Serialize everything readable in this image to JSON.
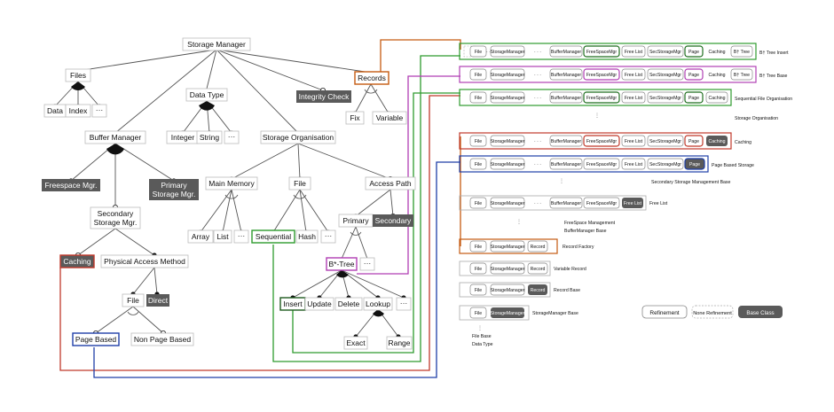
{
  "colors": {
    "records": "#c55a11",
    "caching": "#c0392b",
    "btree": "#b03fb3",
    "green": "#2e9b2e",
    "blue": "#1f3fa8",
    "base_fill": "#5a5a5a",
    "line": "#444444"
  },
  "tree": {
    "storage_manager": "Storage Manager",
    "files": "Files",
    "data": "Data",
    "index": "Index",
    "ellipsis": "···",
    "data_type": "Data Type",
    "integer": "Integer",
    "string": "String",
    "integrity_check": "Integrity Check",
    "records": "Records",
    "fix": "Fix",
    "variable": "Variable",
    "buffer_manager": "Buffer Manager",
    "storage_organisation": "Storage Organisation",
    "freespace_mgr": "Freespace Mgr.",
    "primary_storage_mgr_1": "Primary",
    "primary_storage_mgr_2": "Storage Mgr.",
    "secondary_storage_mgr_1": "Secondary",
    "secondary_storage_mgr_2": "Storage Mgr.",
    "main_memory": "Main Memory",
    "array": "Array",
    "list": "List",
    "file": "File",
    "sequential": "Sequential",
    "hash": "Hash",
    "access_path": "Access Path",
    "primary": "Primary",
    "secondary": "Secondary",
    "btree": "B*-Tree",
    "caching": "Caching",
    "physical_access_method": "Physical Access Method",
    "direct": "Direct",
    "insert": "Insert",
    "update": "Update",
    "delete": "Delete",
    "lookup": "Lookup",
    "exact": "Exact",
    "range": "Range",
    "page_based": "Page Based",
    "non_page_based": "Non Page Based"
  },
  "stack": {
    "file": "File",
    "storage_manager": "StorageManager",
    "buffer_manager": "BufferManager",
    "freespace_mgr": "FreeSpaceMgr",
    "free_list": "Free List",
    "sec_storage_mgr": "SecStorageMgr",
    "page": "Page",
    "caching": "Caching",
    "btree": "B† Tree",
    "record": "Record",
    "dots": "· · ·"
  },
  "rows": {
    "btree_insert": "B† Tree Insert",
    "btree_base": "B† Tree Base",
    "sequential_file_org": "Sequential File Organisation",
    "storage_organisation": "Storage Organisation",
    "caching": "Caching",
    "page_based_storage": "Page Based Storage",
    "secondary_storage_mgmt_base": "Secondary Storage Management Base",
    "free_list": "Free List",
    "freespace_management": "FreeSpace Management",
    "buffermanager_base": "BufferManager Base",
    "record_factory": "Record Factory",
    "variable_record": "Variable Record",
    "record_base": "Record Base",
    "storagemanager_base": "StorageManager Base",
    "file_base": "File Base",
    "data_type": "Data Type"
  },
  "legend": {
    "refinement": "Refinement",
    "none_refinement": "None Refinement",
    "base_class": "Base Class"
  }
}
